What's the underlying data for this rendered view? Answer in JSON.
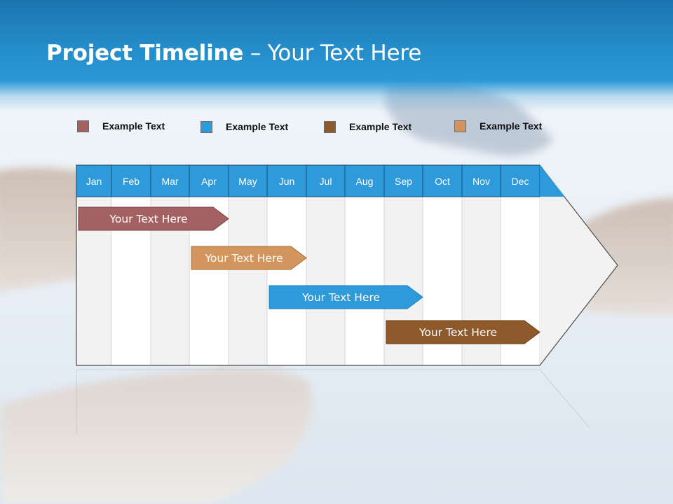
{
  "slide": {
    "title_bold": "Project Timeline",
    "title_rest": " – Your Text Here"
  },
  "legend": [
    {
      "label": "Example Text",
      "color": "#a46161"
    },
    {
      "label": "Example Text",
      "color": "#2f9ad9"
    },
    {
      "label": "Example Text",
      "color": "#8f5a2b"
    },
    {
      "label": "Example Text",
      "color": "#d1955d"
    }
  ],
  "timeline": {
    "months": [
      "Jan",
      "Feb",
      "Mar",
      "Apr",
      "May",
      "Jun",
      "Jul",
      "Aug",
      "Sep",
      "Oct",
      "Nov",
      "Dec"
    ],
    "header_color": "#2f9ad9",
    "tasks": [
      {
        "label": "Your  Text Here",
        "start": "Jan",
        "end": "Apr",
        "color": "#a46161",
        "border": "#7a4242"
      },
      {
        "label": "Your  Text Here",
        "start": "Apr",
        "end": "Jun",
        "color": "#d1955d",
        "border": "#a86f3b"
      },
      {
        "label": "Your  Text Here",
        "start": "Jun",
        "end": "Sep",
        "color": "#2f9ad9",
        "border": "#1f7fbd"
      },
      {
        "label": "Your  Text Here",
        "start": "Sep",
        "end": "Dec",
        "color": "#8f5a2b",
        "border": "#6a3f17"
      }
    ]
  },
  "background": {
    "image": "blurred photo of two fingers holding a puzzle piece"
  }
}
